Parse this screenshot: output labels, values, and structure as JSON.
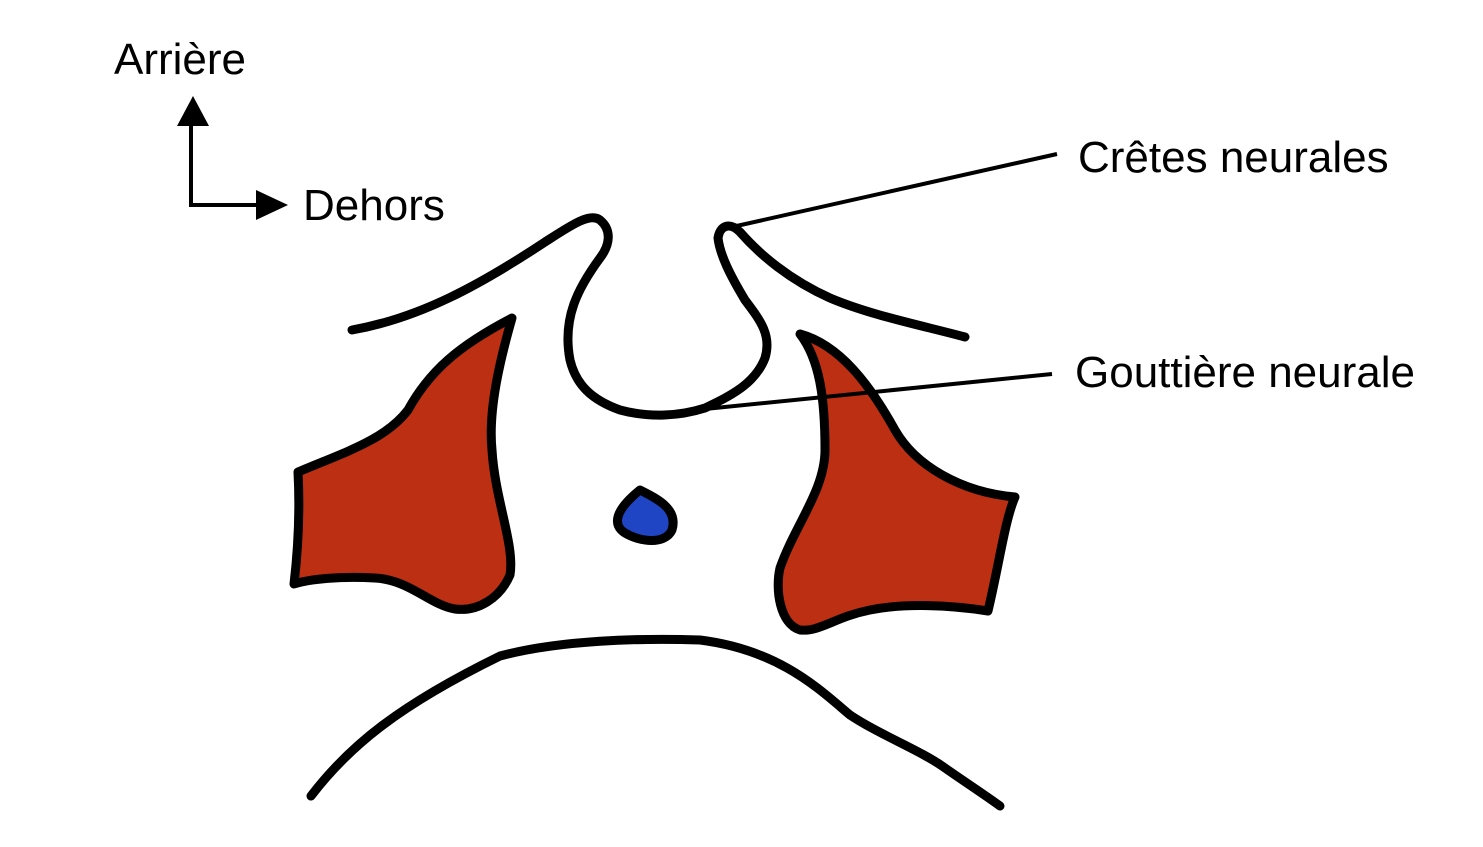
{
  "orientation": {
    "up_label": "Arrière",
    "right_label": "Dehors"
  },
  "labels": {
    "neural_crests": "Crêtes neurales",
    "neural_groove": "Gouttière neurale"
  },
  "colors": {
    "outline": "#000000",
    "somite_fill": "#bc2f12",
    "notochord_fill": "#1f45c4",
    "background": "#ffffff"
  }
}
